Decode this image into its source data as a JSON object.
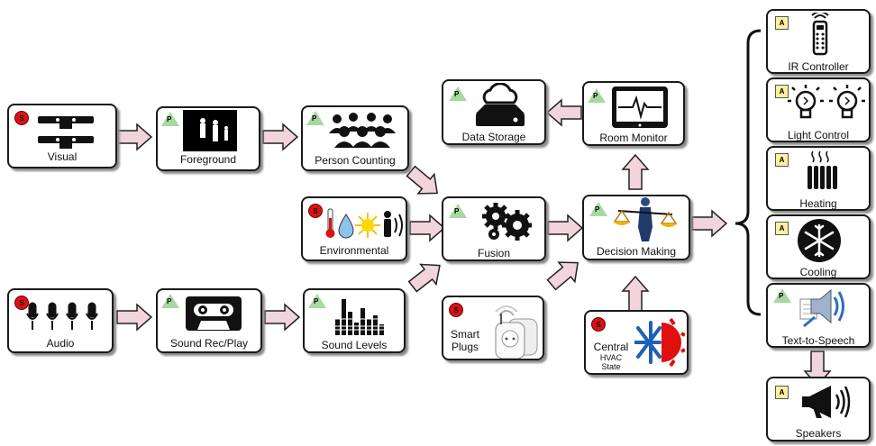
{
  "badges": {
    "s": "S",
    "p": "P",
    "a": "A"
  },
  "colors": {
    "arrow_fill": "#f1d4dc",
    "sensor_red": "#d91313",
    "processor_green": "#a8d8a0",
    "actuator_yellow": "#fdf0a0"
  },
  "nodes": {
    "visual": {
      "label": "Visual",
      "badge": "S",
      "icon": "kinect-sensor-icon"
    },
    "foreground": {
      "label": "Foreground",
      "badge": "P",
      "icon": "silhouette-image-icon"
    },
    "person_counting": {
      "label": "Person Counting",
      "badge": "P",
      "icon": "crowd-icon"
    },
    "environmental": {
      "label": "Environmental",
      "badge": "S",
      "icon": "environment-sensors-icon"
    },
    "audio": {
      "label": "Audio",
      "badge": "S",
      "icon": "microphones-icon"
    },
    "sound_rec_play": {
      "label": "Sound Rec/Play",
      "badge": "P",
      "icon": "cassette-icon"
    },
    "sound_levels": {
      "label": "Sound Levels",
      "badge": "P",
      "icon": "level-bars-icon"
    },
    "data_storage": {
      "label": "Data Storage",
      "badge": "P",
      "icon": "cloud-storage-icon"
    },
    "room_monitor": {
      "label": "Room Monitor",
      "badge": "P",
      "icon": "monitor-icon"
    },
    "fusion": {
      "label": "Fusion",
      "badge": "P",
      "icon": "gears-icon"
    },
    "decision_making": {
      "label": "Decision Making",
      "badge": "P",
      "icon": "scales-person-icon"
    },
    "smart_plugs": {
      "label_line1": "Smart",
      "label_line2": "Plugs",
      "badge": "S",
      "icon": "smart-plug-icon"
    },
    "central_hvac": {
      "label_line1": "Central",
      "label_line2": "HVAC",
      "label_line3": "State",
      "badge": "S",
      "icon": "hvac-icon"
    },
    "ir_controller": {
      "label": "IR Controller",
      "badge": "A",
      "icon": "remote-control-icon"
    },
    "light_control": {
      "label": "Light Control",
      "badge": "A",
      "icon": "light-bulb-icon"
    },
    "heating": {
      "label": "Heating",
      "badge": "A",
      "icon": "radiator-icon"
    },
    "cooling": {
      "label": "Cooling",
      "badge": "A",
      "icon": "snowflake-icon"
    },
    "text_to_speech": {
      "label": "Text-to-Speech",
      "badge": "P",
      "icon": "speaker-document-icon"
    },
    "speakers": {
      "label": "Speakers",
      "badge": "A",
      "icon": "megaphone-icon"
    }
  }
}
